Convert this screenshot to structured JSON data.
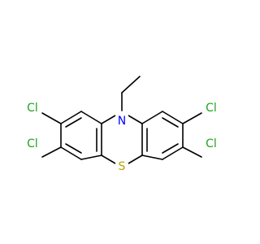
{
  "molecule": {
    "atoms": [
      {
        "id": "N",
        "text": "N",
        "color": "#0000ff"
      },
      {
        "id": "S",
        "text": "S",
        "color": "#b2a400"
      },
      {
        "id": "Cl1",
        "text": "Cl",
        "color": "#1fa21f"
      },
      {
        "id": "Cl2",
        "text": "Cl",
        "color": "#1fa21f"
      },
      {
        "id": "Cl3",
        "text": "Cl",
        "color": "#1fa21f"
      },
      {
        "id": "Cl4",
        "text": "Cl",
        "color": "#1fa21f"
      }
    ]
  }
}
